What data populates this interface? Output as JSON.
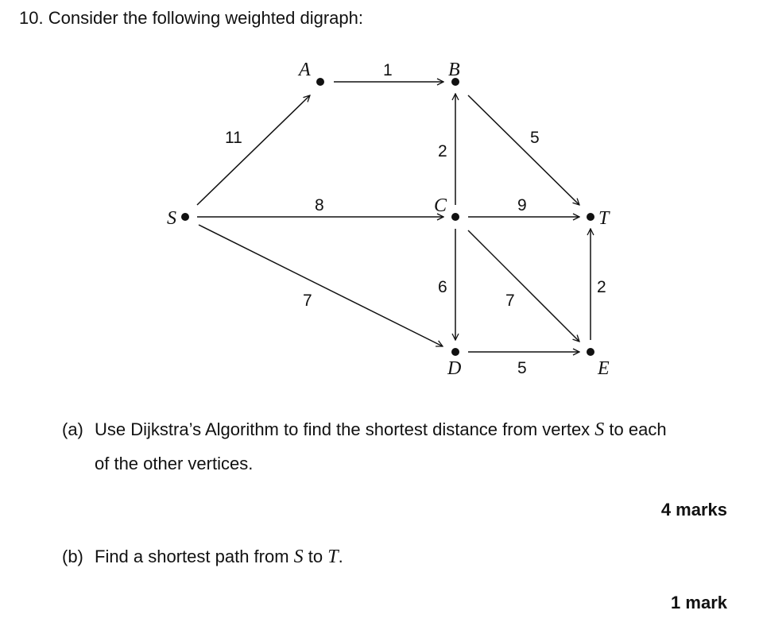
{
  "question": {
    "number": "10.",
    "title": "Consider the following weighted digraph:"
  },
  "graph": {
    "nodes": [
      {
        "id": "S",
        "label": "S"
      },
      {
        "id": "A",
        "label": "A"
      },
      {
        "id": "B",
        "label": "B"
      },
      {
        "id": "C",
        "label": "C"
      },
      {
        "id": "D",
        "label": "D"
      },
      {
        "id": "E",
        "label": "E"
      },
      {
        "id": "T",
        "label": "T"
      }
    ],
    "edges": [
      {
        "from": "S",
        "to": "A",
        "weight": "11"
      },
      {
        "from": "A",
        "to": "B",
        "weight": "1"
      },
      {
        "from": "S",
        "to": "C",
        "weight": "8"
      },
      {
        "from": "S",
        "to": "D",
        "weight": "7"
      },
      {
        "from": "C",
        "to": "B",
        "weight": "2"
      },
      {
        "from": "B",
        "to": "T",
        "weight": "5"
      },
      {
        "from": "C",
        "to": "T",
        "weight": "9"
      },
      {
        "from": "C",
        "to": "D",
        "weight": "6"
      },
      {
        "from": "C",
        "to": "E",
        "weight": "7"
      },
      {
        "from": "D",
        "to": "E",
        "weight": "5"
      },
      {
        "from": "E",
        "to": "T",
        "weight": "2"
      }
    ]
  },
  "parts": {
    "a": {
      "label": "(a)",
      "line1_pre": "Use Dijkstra’s Algorithm to find the shortest distance from vertex ",
      "line1_var": "S",
      "line1_post": " to each",
      "line2": "of the other vertices.",
      "marks": "4 marks"
    },
    "b": {
      "label": "(b)",
      "text_pre": "Find a shortest path from ",
      "var1": "S",
      "text_mid": " to ",
      "var2": "T",
      "text_post": ".",
      "marks": "1 mark"
    }
  }
}
